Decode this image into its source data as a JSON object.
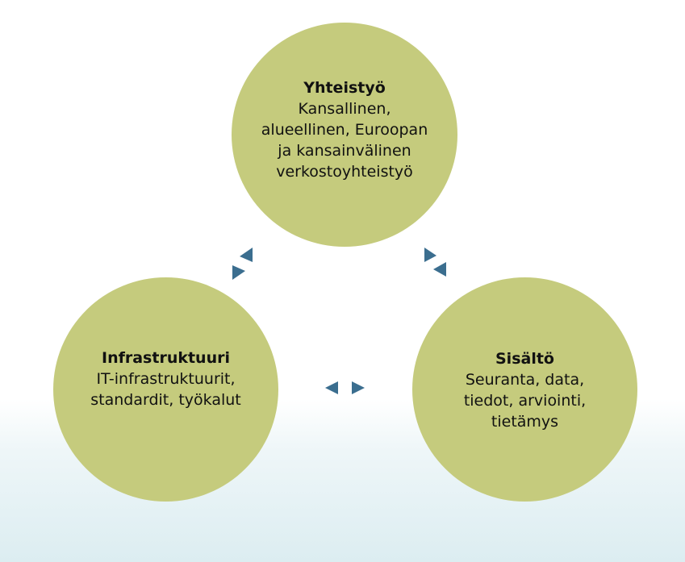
{
  "diagram": {
    "accent_color": "#c5cb7d",
    "arrow_color": "#3b6e8f",
    "nodes": [
      {
        "id": "yhteistyo",
        "title": "Yhteistyö",
        "body": "Kansallinen,\nalueellinen, Euroopan\nja kansainvälinen\nverkostoyhteistyö"
      },
      {
        "id": "infrastruktuuri",
        "title": "Infrastruktuuri",
        "body": "IT-infrastruktuurit,\nstandardit, työkalut"
      },
      {
        "id": "sisalto",
        "title": "Sisältö",
        "body": "Seuranta, data,\ntiedot, arviointi,\ntietämys"
      }
    ],
    "connectors": [
      {
        "from": "yhteistyo",
        "to": "infrastruktuuri",
        "direction": "bidirectional"
      },
      {
        "from": "yhteistyo",
        "to": "sisalto",
        "direction": "bidirectional"
      },
      {
        "from": "infrastruktuuri",
        "to": "sisalto",
        "direction": "bidirectional"
      }
    ]
  }
}
